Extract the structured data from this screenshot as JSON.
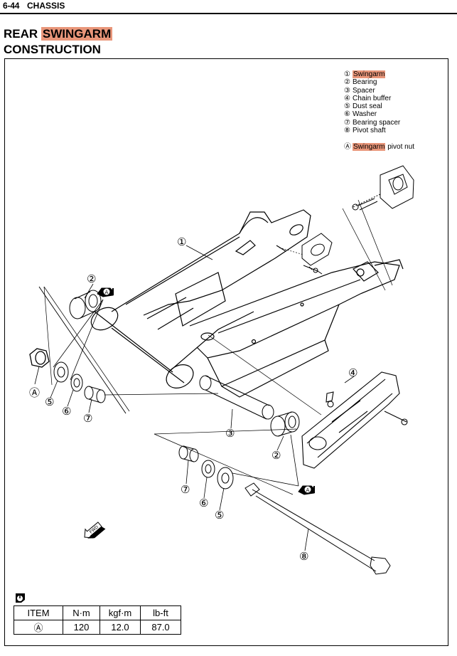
{
  "header": {
    "page_number": "6-44",
    "section": "CHASSIS"
  },
  "title": {
    "line1_prefix": "REAR ",
    "line1_highlight": "SWINGARM",
    "line2": "CONSTRUCTION"
  },
  "legend": {
    "items": [
      {
        "num": "①",
        "label": "Swingarm",
        "highlight": true
      },
      {
        "num": "②",
        "label": "Bearing"
      },
      {
        "num": "③",
        "label": "Spacer"
      },
      {
        "num": "④",
        "label": "Chain buffer"
      },
      {
        "num": "⑤",
        "label": "Dust seal"
      },
      {
        "num": "⑥",
        "label": "Washer"
      },
      {
        "num": "⑦",
        "label": "Bearing spacer"
      },
      {
        "num": "⑧",
        "label": "Pivot shaft"
      }
    ],
    "note": {
      "num": "Ⓐ",
      "highlight": "Swingarm",
      "rest": " pivot nut"
    }
  },
  "callouts": {
    "c1": "①",
    "c2a": "②",
    "c2b": "②",
    "c3": "③",
    "c4": "④",
    "c5a": "⑤",
    "c5b": "⑤",
    "c6a": "⑥",
    "c6b": "⑥",
    "c7a": "⑦",
    "c7b": "⑦",
    "c8": "⑧",
    "cA": "Ⓐ",
    "lube_badge": "A",
    "fwd": "FWD"
  },
  "torque_table": {
    "headers": [
      "ITEM",
      "N·m",
      "kgf·m",
      "lb-ft"
    ],
    "rows": [
      {
        "item": "Ⓐ",
        "nm": "120",
        "kgfm": "12.0",
        "lbft": "87.0"
      }
    ]
  }
}
